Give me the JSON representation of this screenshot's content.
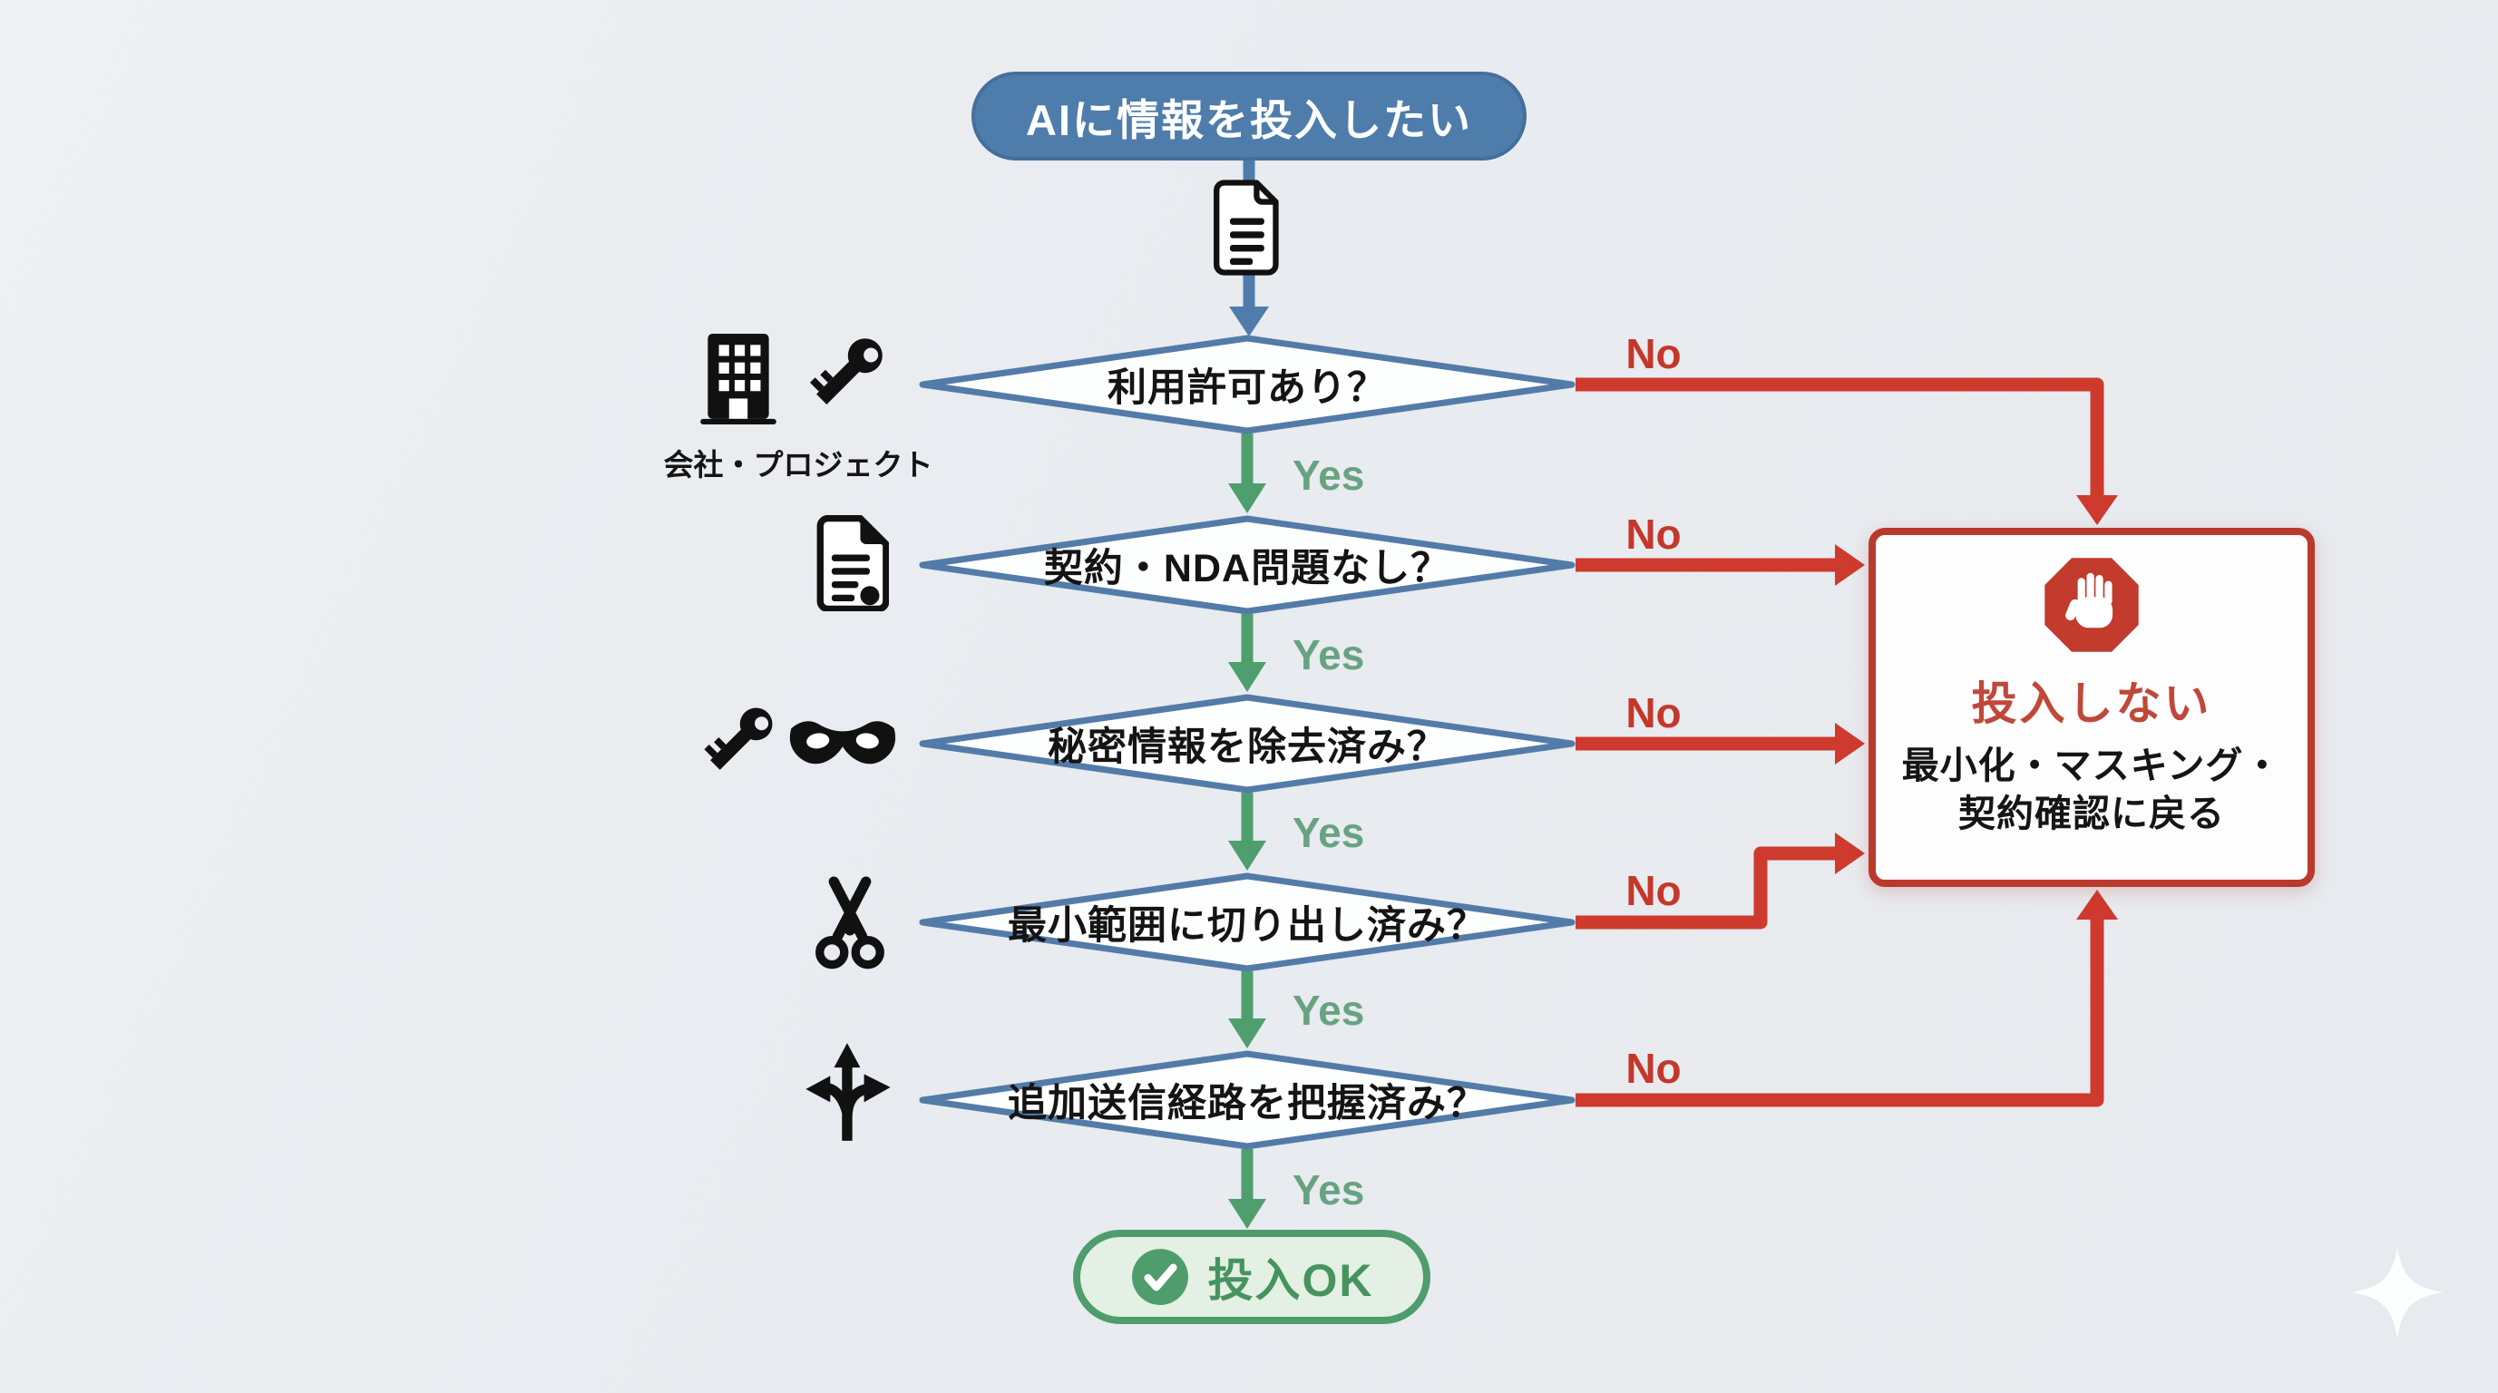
{
  "canvas": {
    "bg": "#e9edf1"
  },
  "palette": {
    "blue": "#4e7dac",
    "diamond_border": "#537ba8",
    "diamond_fill": "#fdfefe",
    "green_arrow": "#4f9e6e",
    "yes_green": "#68a381",
    "red_arrow": "#ce3a2d",
    "no_red": "#c5372a",
    "stop_border": "#b93a2d",
    "stop_title_red": "#bf4839",
    "ok_bg": "#e3f0e3",
    "ok_border": "#4f9c6d",
    "ok_text": "#47935f"
  },
  "flow": {
    "start": {
      "label": "AIに情報を投入したい"
    },
    "yes_label": "Yes",
    "no_label": "No",
    "decisions": [
      {
        "label": "利用許可あり？",
        "caption": "会社・プロジェクト",
        "icons": [
          "building-icon",
          "key-icon"
        ]
      },
      {
        "label": "契約・NDA問題なし？",
        "caption": "",
        "icons": [
          "contract-icon"
        ]
      },
      {
        "label": "秘密情報を除去済み？",
        "caption": "",
        "icons": [
          "key-icon",
          "mask-icon"
        ]
      },
      {
        "label": "最小範囲に切り出し済み？",
        "caption": "",
        "icons": [
          "scissors-icon"
        ]
      },
      {
        "label": "追加送信経路を把握済み？",
        "caption": "",
        "icons": [
          "branch-arrows-icon"
        ]
      }
    ],
    "success": {
      "label": "投入OK"
    },
    "stop": {
      "title": "投入しない",
      "subtitle_line1": "最小化・マスキング・",
      "subtitle_line2": "契約確認に戻る"
    }
  }
}
